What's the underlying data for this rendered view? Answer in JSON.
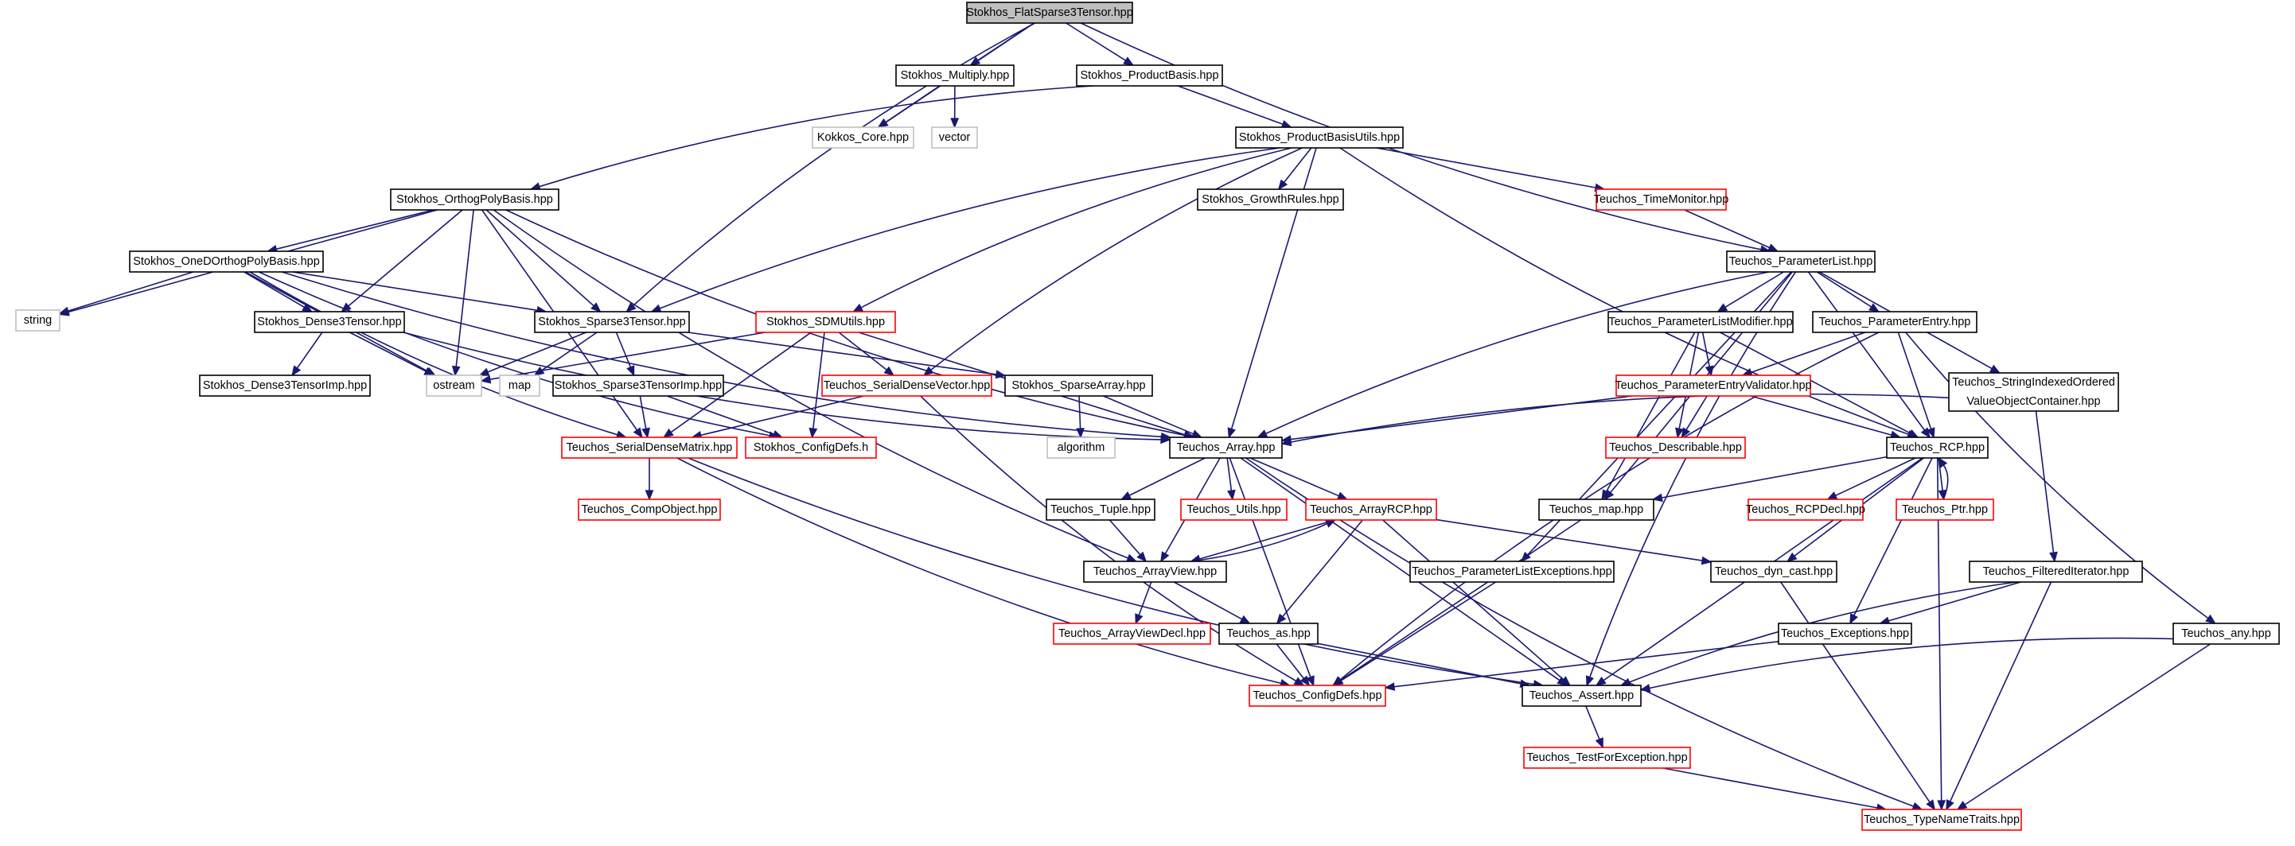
{
  "nodes": {
    "flat": {
      "label": "Stokhos_FlatSparse3Tensor.hpp",
      "kind": "root"
    },
    "mult": {
      "label": "Stokhos_Multiply.hpp",
      "kind": "black"
    },
    "pb": {
      "label": "Stokhos_ProductBasis.hpp",
      "kind": "black"
    },
    "kokkos": {
      "label": "Kokkos_Core.hpp",
      "kind": "gray"
    },
    "vector": {
      "label": "vector",
      "kind": "gray"
    },
    "pbu": {
      "label": "Stokhos_ProductBasisUtils.hpp",
      "kind": "black"
    },
    "opb": {
      "label": "Stokhos_OrthogPolyBasis.hpp",
      "kind": "black"
    },
    "gr": {
      "label": "Stokhos_GrowthRules.hpp",
      "kind": "black"
    },
    "tm": {
      "label": "Teuchos_TimeMonitor.hpp",
      "kind": "red"
    },
    "odopb": {
      "label": "Stokhos_OneDOrthogPolyBasis.hpp",
      "kind": "black"
    },
    "pl": {
      "label": "Teuchos_ParameterList.hpp",
      "kind": "black"
    },
    "string": {
      "label": "string",
      "kind": "gray"
    },
    "d3t": {
      "label": "Stokhos_Dense3Tensor.hpp",
      "kind": "black"
    },
    "s3t": {
      "label": "Stokhos_Sparse3Tensor.hpp",
      "kind": "black"
    },
    "sdmu": {
      "label": "Stokhos_SDMUtils.hpp",
      "kind": "red"
    },
    "plm": {
      "label": "Teuchos_ParameterListModifier.hpp",
      "kind": "black"
    },
    "pe": {
      "label": "Teuchos_ParameterEntry.hpp",
      "kind": "black"
    },
    "d3ti": {
      "label": "Stokhos_Dense3TensorImp.hpp",
      "kind": "black"
    },
    "ostream": {
      "label": "ostream",
      "kind": "gray"
    },
    "map": {
      "label": "map",
      "kind": "gray"
    },
    "s3ti": {
      "label": "Stokhos_Sparse3TensorImp.hpp",
      "kind": "black"
    },
    "sdv": {
      "label": "Teuchos_SerialDenseVector.hpp",
      "kind": "red"
    },
    "sa": {
      "label": "Stokhos_SparseArray.hpp",
      "kind": "black"
    },
    "pev": {
      "label": "Teuchos_ParameterEntryValidator.hpp",
      "kind": "red"
    },
    "sivo": {
      "label": [
        "Teuchos_StringIndexedOrdered",
        "ValueObjectContainer.hpp"
      ],
      "kind": "black"
    },
    "algo": {
      "label": "algorithm",
      "kind": "gray"
    },
    "sdm": {
      "label": "Teuchos_SerialDenseMatrix.hpp",
      "kind": "red"
    },
    "scd": {
      "label": "Stokhos_ConfigDefs.h",
      "kind": "red"
    },
    "arr": {
      "label": "Teuchos_Array.hpp",
      "kind": "black"
    },
    "desc": {
      "label": "Teuchos_Describable.hpp",
      "kind": "red"
    },
    "rcp": {
      "label": "Teuchos_RCP.hpp",
      "kind": "black"
    },
    "co": {
      "label": "Teuchos_CompObject.hpp",
      "kind": "red"
    },
    "tuple": {
      "label": "Teuchos_Tuple.hpp",
      "kind": "black"
    },
    "utils": {
      "label": "Teuchos_Utils.hpp",
      "kind": "red"
    },
    "arcp": {
      "label": "Teuchos_ArrayRCP.hpp",
      "kind": "red"
    },
    "tmap": {
      "label": "Teuchos_map.hpp",
      "kind": "black"
    },
    "rcpd": {
      "label": "Teuchos_RCPDecl.hpp",
      "kind": "red"
    },
    "ptr": {
      "label": "Teuchos_Ptr.hpp",
      "kind": "red"
    },
    "av": {
      "label": "Teuchos_ArrayView.hpp",
      "kind": "black"
    },
    "ple": {
      "label": "Teuchos_ParameterListExceptions.hpp",
      "kind": "black"
    },
    "dc": {
      "label": "Teuchos_dyn_cast.hpp",
      "kind": "black"
    },
    "fi": {
      "label": "Teuchos_FilteredIterator.hpp",
      "kind": "black"
    },
    "avd": {
      "label": "Teuchos_ArrayViewDecl.hpp",
      "kind": "red"
    },
    "as": {
      "label": "Teuchos_as.hpp",
      "kind": "black"
    },
    "exc": {
      "label": "Teuchos_Exceptions.hpp",
      "kind": "black"
    },
    "any": {
      "label": "Teuchos_any.hpp",
      "kind": "black"
    },
    "tcd": {
      "label": "Teuchos_ConfigDefs.hpp",
      "kind": "red"
    },
    "assert": {
      "label": "Teuchos_Assert.hpp",
      "kind": "black"
    },
    "tfe": {
      "label": "Teuchos_TestForException.hpp",
      "kind": "red"
    },
    "tnt": {
      "label": "Teuchos_TypeNameTraits.hpp",
      "kind": "red"
    }
  },
  "edges": [
    [
      "flat",
      "mult"
    ],
    [
      "flat",
      "pb"
    ],
    [
      "flat",
      "kokkos"
    ],
    [
      "flat",
      "s3t"
    ],
    [
      "flat",
      "pl"
    ],
    [
      "mult",
      "kokkos"
    ],
    [
      "mult",
      "vector"
    ],
    [
      "pb",
      "opb"
    ],
    [
      "pb",
      "pbu"
    ],
    [
      "pbu",
      "gr"
    ],
    [
      "pbu",
      "tm"
    ],
    [
      "pbu",
      "s3t"
    ],
    [
      "pbu",
      "sdmu"
    ],
    [
      "pbu",
      "sdv"
    ],
    [
      "pbu",
      "arr"
    ],
    [
      "pbu",
      "rcp"
    ],
    [
      "tm",
      "pl"
    ],
    [
      "opb",
      "odopb"
    ],
    [
      "opb",
      "string"
    ],
    [
      "opb",
      "d3t"
    ],
    [
      "opb",
      "s3t"
    ],
    [
      "opb",
      "ostream"
    ],
    [
      "opb",
      "sdm"
    ],
    [
      "opb",
      "arr"
    ],
    [
      "opb",
      "av"
    ],
    [
      "odopb",
      "string"
    ],
    [
      "odopb",
      "d3t"
    ],
    [
      "odopb",
      "s3t"
    ],
    [
      "odopb",
      "ostream"
    ],
    [
      "odopb",
      "sdm"
    ],
    [
      "odopb",
      "scd"
    ],
    [
      "odopb",
      "arr"
    ],
    [
      "d3t",
      "d3ti"
    ],
    [
      "d3t",
      "ostream"
    ],
    [
      "d3t",
      "arr"
    ],
    [
      "s3t",
      "ostream"
    ],
    [
      "s3t",
      "map"
    ],
    [
      "s3t",
      "s3ti"
    ],
    [
      "s3t",
      "sa"
    ],
    [
      "s3ti",
      "sdm"
    ],
    [
      "s3ti",
      "scd"
    ],
    [
      "sdmu",
      "ostream"
    ],
    [
      "sdmu",
      "sdv"
    ],
    [
      "sdmu",
      "sdm"
    ],
    [
      "sdmu",
      "scd"
    ],
    [
      "sdmu",
      "arr"
    ],
    [
      "sdv",
      "sdm"
    ],
    [
      "sdv",
      "tcd"
    ],
    [
      "sa",
      "algo"
    ],
    [
      "sa",
      "arr"
    ],
    [
      "sdm",
      "co"
    ],
    [
      "sdm",
      "tcd"
    ],
    [
      "sdm",
      "assert"
    ],
    [
      "pl",
      "plm"
    ],
    [
      "pl",
      "pe"
    ],
    [
      "pl",
      "sivo"
    ],
    [
      "pl",
      "arr"
    ],
    [
      "pl",
      "tmap"
    ],
    [
      "pl",
      "ple"
    ],
    [
      "pl",
      "rcp"
    ],
    [
      "pl",
      "assert"
    ],
    [
      "plm",
      "pev"
    ],
    [
      "plm",
      "tmap"
    ],
    [
      "plm",
      "desc"
    ],
    [
      "plm",
      "rcp"
    ],
    [
      "pe",
      "pev"
    ],
    [
      "pe",
      "rcp"
    ],
    [
      "pe",
      "any"
    ],
    [
      "pe",
      "tcd"
    ],
    [
      "pev",
      "desc"
    ],
    [
      "pev",
      "rcp"
    ],
    [
      "pev",
      "arr"
    ],
    [
      "sivo",
      "arr"
    ],
    [
      "sivo",
      "fi"
    ],
    [
      "arr",
      "tuple"
    ],
    [
      "arr",
      "utils"
    ],
    [
      "arr",
      "arcp"
    ],
    [
      "arr",
      "av"
    ],
    [
      "arr",
      "tcd"
    ],
    [
      "arr",
      "assert"
    ],
    [
      "arr",
      "tnt"
    ],
    [
      "tuple",
      "av"
    ],
    [
      "arcp",
      "av"
    ],
    [
      "arcp",
      "as"
    ],
    [
      "arcp",
      "dc"
    ],
    [
      "arcp",
      "assert"
    ],
    [
      "av",
      "arcp"
    ],
    [
      "av",
      "avd"
    ],
    [
      "av",
      "as"
    ],
    [
      "as",
      "tcd"
    ],
    [
      "as",
      "assert"
    ],
    [
      "rcp",
      "rcpd"
    ],
    [
      "rcp",
      "ptr"
    ],
    [
      "rcp",
      "tmap"
    ],
    [
      "rcp",
      "dc"
    ],
    [
      "rcp",
      "exc"
    ],
    [
      "rcp",
      "assert"
    ],
    [
      "rcp",
      "tnt"
    ],
    [
      "ptr",
      "rcp"
    ],
    [
      "tmap",
      "tcd"
    ],
    [
      "ple",
      "tcd"
    ],
    [
      "dc",
      "tnt"
    ],
    [
      "exc",
      "tcd"
    ],
    [
      "fi",
      "exc"
    ],
    [
      "fi",
      "assert"
    ],
    [
      "fi",
      "tnt"
    ],
    [
      "any",
      "assert"
    ],
    [
      "any",
      "tnt"
    ],
    [
      "assert",
      "tfe"
    ],
    [
      "tfe",
      "tnt"
    ]
  ]
}
